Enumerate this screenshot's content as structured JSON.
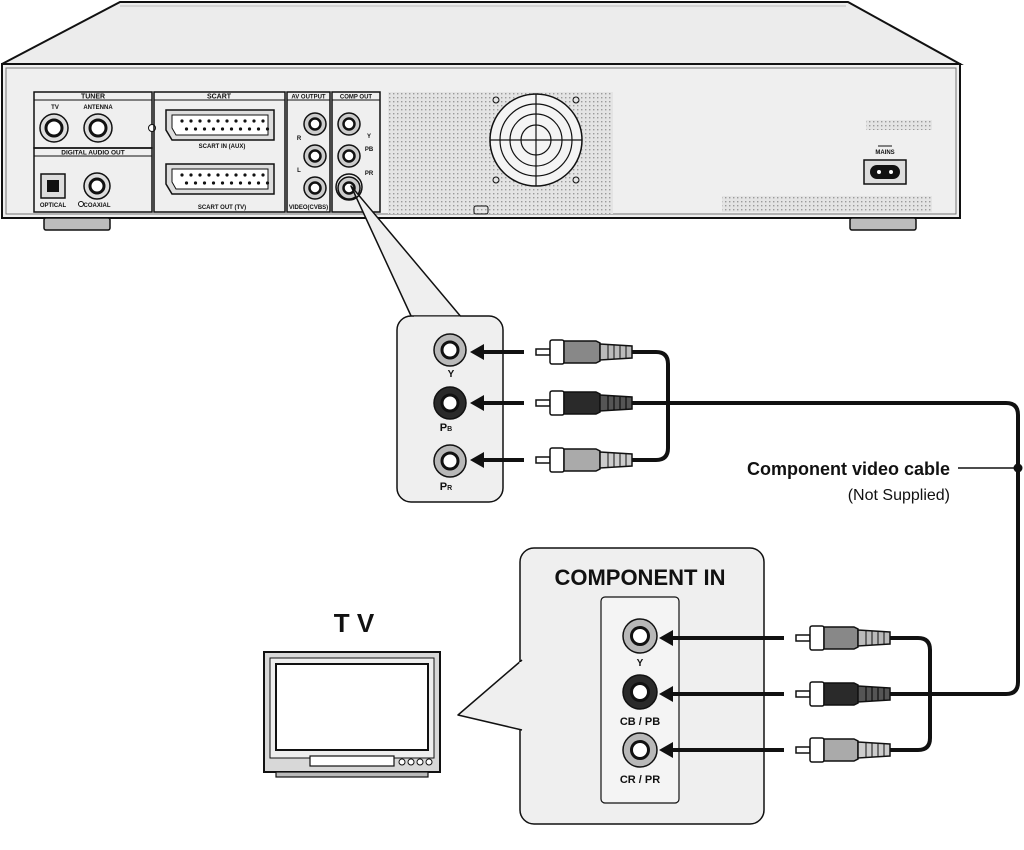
{
  "device": {
    "panels": {
      "tuner": "TUNER",
      "tuner_tv": "TV",
      "tuner_antenna": "ANTENNA",
      "digital_audio_out": "DIGITAL  AUDIO  OUT",
      "optical": "OPTICAL",
      "coaxial": "COAXIAL",
      "scart": "SCART",
      "scart_in": "SCART IN (AUX)",
      "scart_out": "SCART OUT (TV)",
      "av_output": "AV  OUTPUT",
      "av_r": "R",
      "av_l": "L",
      "video_cvbs": "VIDEO(CVBS)",
      "comp_out": "COMP OUT",
      "comp_y": "Y",
      "comp_pb": "PB",
      "comp_pr": "PR",
      "mains": "MAINS"
    }
  },
  "zoom_source": {
    "y": "Y",
    "pb_main": "P",
    "pb_sub": "B",
    "pr_main": "P",
    "pr_sub": "R"
  },
  "cable": {
    "label": "Component video cable",
    "note": "(Not Supplied)"
  },
  "tv": {
    "label": "T V"
  },
  "component_in": {
    "title": "COMPONENT IN",
    "y": "Y",
    "cb_pb": "CB / PB",
    "cr_pr": "CR / PR"
  },
  "colors": {
    "outline": "#111111",
    "panel": "#e8e8e8",
    "jack_light": "#bdbdbd",
    "jack_dark": "#2a2a2a"
  }
}
